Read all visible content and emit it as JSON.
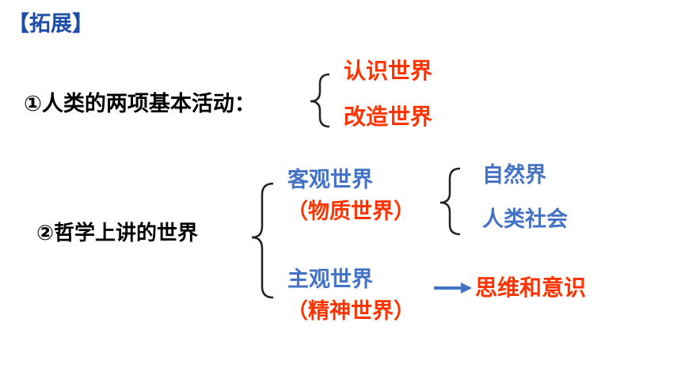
{
  "heading": "【拓展】",
  "item1": {
    "label": "①人类的两项基本活动：",
    "branches": [
      "认识世界",
      "改造世界"
    ]
  },
  "item2": {
    "label": "②哲学上讲的世界",
    "objective": {
      "name": "客观世界",
      "alias": "（物质世界）",
      "branches": [
        "自然界",
        "人类社会"
      ]
    },
    "subjective": {
      "name": "主观世界",
      "alias": "（精神世界）",
      "result": "思维和意识"
    }
  },
  "colors": {
    "heading": "#1F4EA8",
    "emphasis": "#FF3300",
    "concept": "#4472C4",
    "text": "#000000"
  }
}
